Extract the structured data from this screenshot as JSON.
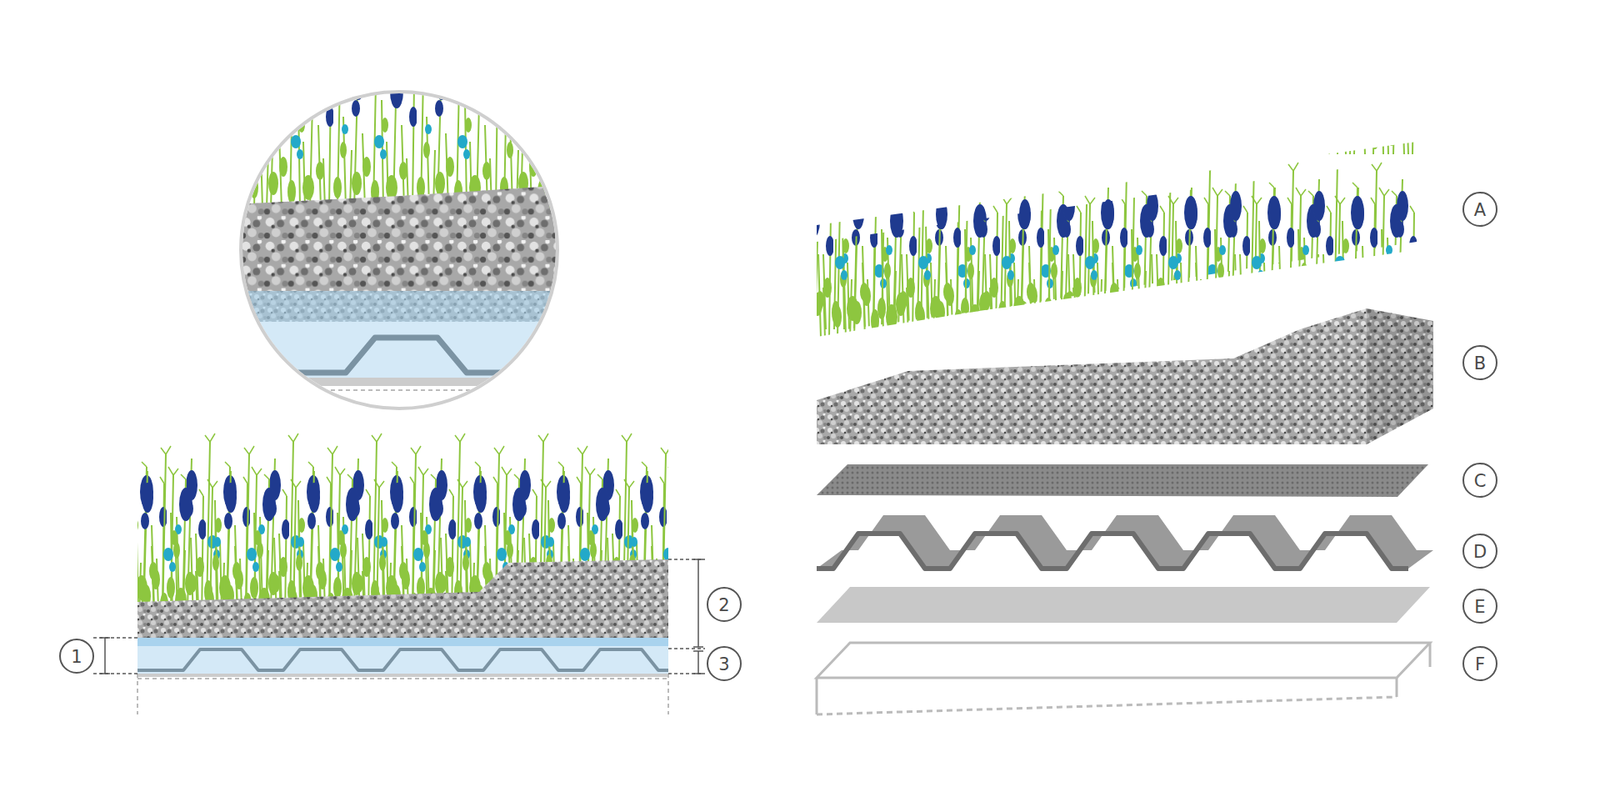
{
  "diagram": {
    "labels": [
      "1",
      "2",
      "3",
      "A",
      "B",
      "C",
      "D",
      "E",
      "F"
    ]
  }
}
